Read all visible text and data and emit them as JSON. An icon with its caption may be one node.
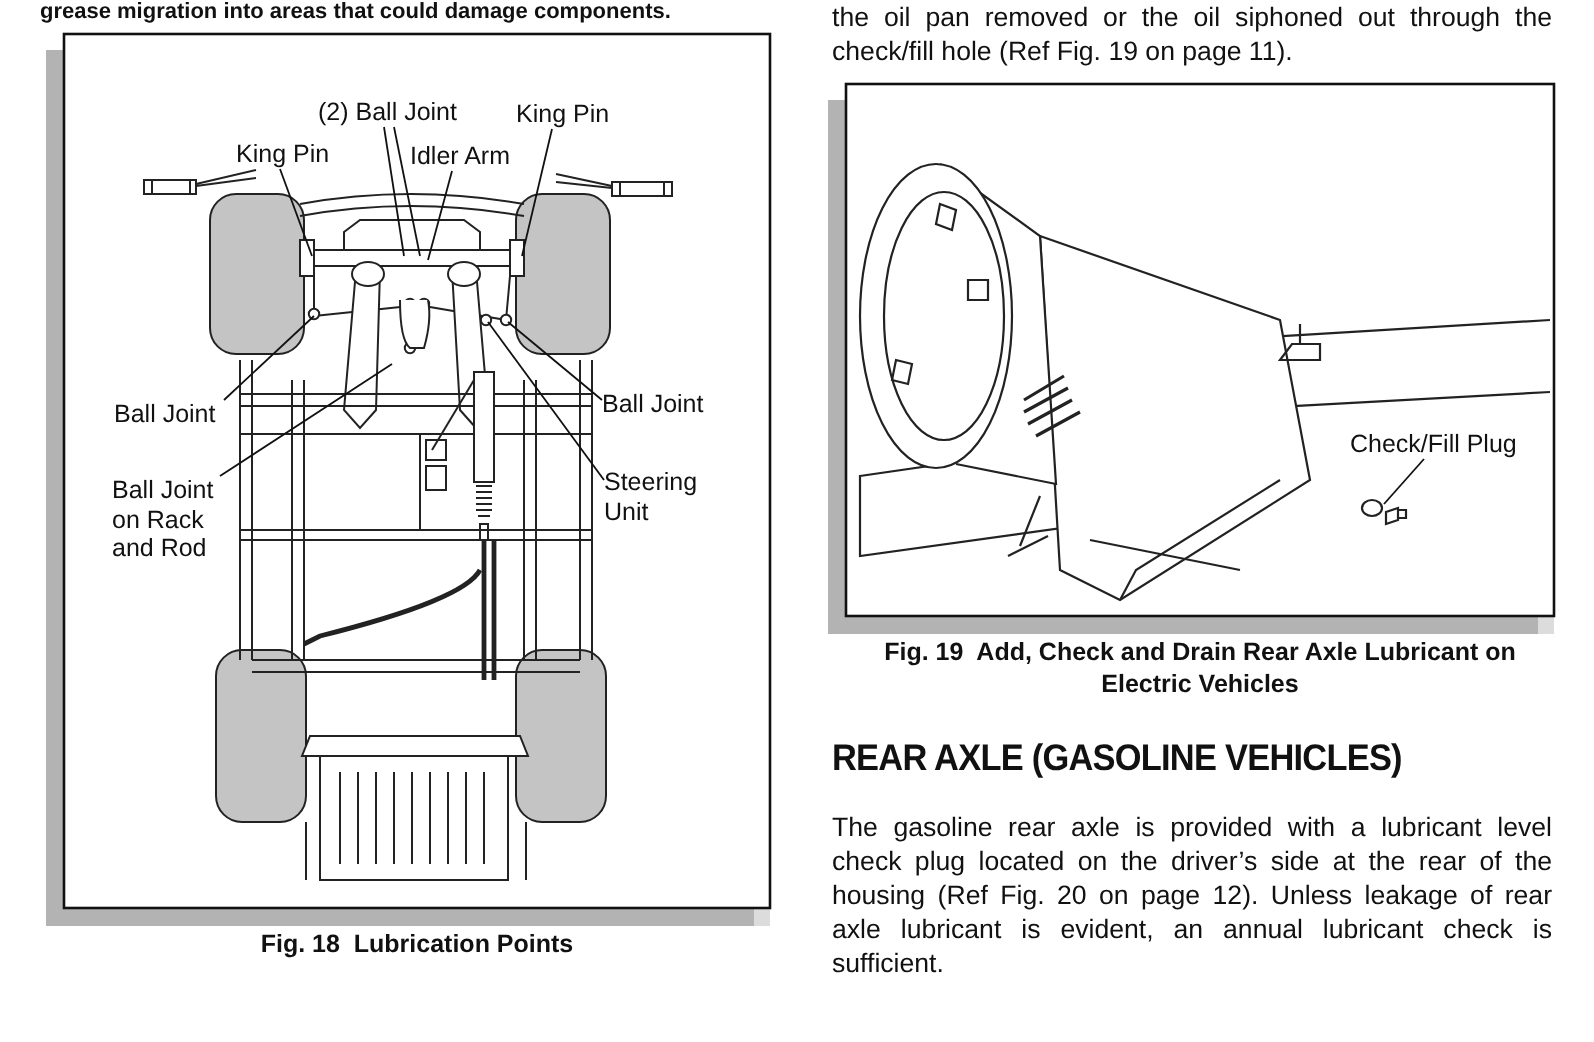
{
  "diagram": {
    "nodes": [
      {
        "text": [
          "King Pin"
        ]
      },
      {
        "text": [
          "(2) Ball Joint"
        ]
      },
      {
        "text": [
          "Idler Arm"
        ]
      },
      {
        "text": [
          "King Pin"
        ]
      },
      {
        "text": [
          "Ball Joint"
        ]
      },
      {
        "text": [
          "Ball Joint"
        ]
      },
      {
        "text": [
          "Ball Joint on Rack and Rod"
        ]
      },
      {
        "text": [
          "Steering Unit"
        ]
      },
      {
        "text": [
          "Check/Fill Plug"
        ]
      }
    ],
    "edges": [
      {
        "from": 0,
        "to": null,
        "arrow": "none"
      },
      {
        "from": 1,
        "to": null,
        "arrow": "none"
      },
      {
        "from": 1,
        "to": null,
        "arrow": "none"
      },
      {
        "from": 2,
        "to": null,
        "arrow": "none"
      },
      {
        "from": 3,
        "to": null,
        "arrow": "none"
      },
      {
        "from": 4,
        "to": null,
        "arrow": "none"
      },
      {
        "from": 5,
        "to": null,
        "arrow": "none"
      },
      {
        "from": 6,
        "to": null,
        "arrow": "none"
      },
      {
        "from": 7,
        "to": null,
        "arrow": "none"
      },
      {
        "from": 8,
        "to": null,
        "arrow": "none"
      }
    ],
    "labels": [
      "grease migration into areas that could damage components.",
      "the oil pan removed or the oil siphoned out through the check/fill hole (Ref Fig. 19 on page 11).",
      "Fig. 18  Lubrication Points",
      "Fig. 19  Add, Check and Drain Rear Axle Lubricant on Electric Vehicles",
      "REAR AXLE (GASOLINE VEHICLES)",
      "The gasoline rear axle is provided with a lubricant level check plug located on the driver’s side at the rear of the housing (Ref Fig. 20 on page 12). Unless leakage of rear axle lubricant is evident, an annual lubricant check is sufficient."
    ]
  }
}
